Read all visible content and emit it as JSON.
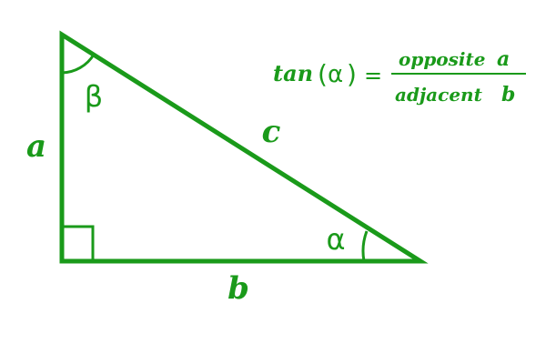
{
  "colors": {
    "stroke": "#1a9a1a",
    "text": "#1a9a1a",
    "background": "#ffffff"
  },
  "triangle": {
    "side_labels": {
      "vertical": "a",
      "horizontal": "b",
      "hypotenuse": "c"
    },
    "angle_labels": {
      "top": "β",
      "right": "α"
    }
  },
  "formula": {
    "fn": "tan",
    "open_paren": "(",
    "angle": "α",
    "close_paren": ")",
    "equals": "=",
    "numerator_word": "opposite",
    "numerator_var": "a",
    "denominator_word": "adjacent",
    "denominator_var": "b"
  }
}
